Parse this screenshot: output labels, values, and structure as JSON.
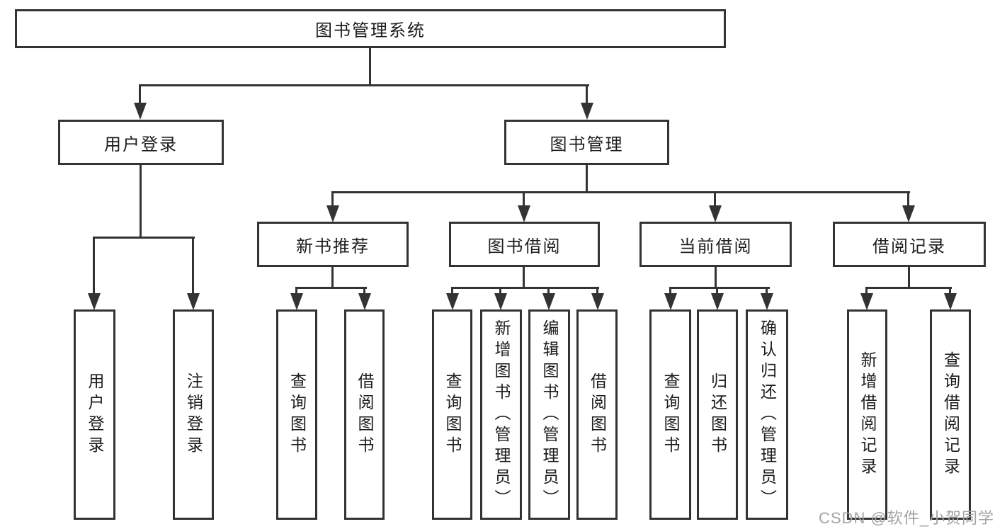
{
  "diagram": {
    "title_node": "图书管理系统",
    "root": {
      "label": "图书管理系统"
    },
    "level2": [
      {
        "label": "用户登录"
      },
      {
        "label": "图书管理"
      }
    ],
    "level3": [
      {
        "label": "新书推荐"
      },
      {
        "label": "图书借阅"
      },
      {
        "label": "当前借阅"
      },
      {
        "label": "借阅记录"
      }
    ],
    "leaves": [
      {
        "label": "用户登录"
      },
      {
        "label": "注销登录"
      },
      {
        "label": "查询图书"
      },
      {
        "label": "借阅图书"
      },
      {
        "label": "查询图书"
      },
      {
        "label": "新增图书（管理员）"
      },
      {
        "label": "编辑图书（管理员）"
      },
      {
        "label": "借阅图书"
      },
      {
        "label": "查询图书"
      },
      {
        "label": "归还图书"
      },
      {
        "label": "确认归还（管理员）"
      },
      {
        "label": "新增借阅记录"
      },
      {
        "label": "查询借阅记录"
      }
    ],
    "ink_color": "#333333"
  },
  "watermark": {
    "text": "CSDN @软件_小贺同学",
    "color": "#a3a3a3"
  }
}
